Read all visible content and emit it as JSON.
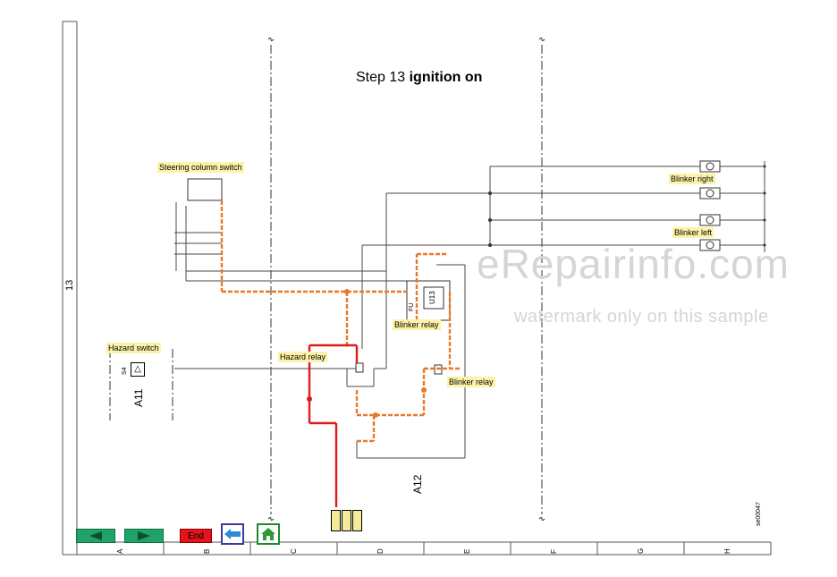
{
  "title": {
    "prefix": "Step 13",
    "bold": "ignition on"
  },
  "page_number": "13",
  "labels": {
    "steering_column_switch": "Steering column switch",
    "hazard_switch": "Hazard switch",
    "hazard_relay": "Hazard relay",
    "blinker_relay_top": "Blinker relay",
    "blinker_relay_right": "Blinker relay",
    "blinker_right": "Blinker right",
    "blinker_left": "Blinker left"
  },
  "designators": {
    "a11": "A11",
    "a12": "A12",
    "s4": "S4",
    "u13": "U13",
    "fu": "FU",
    "ref_code": "se00047"
  },
  "watermark": {
    "main": "eRepairinfo.com",
    "sub": "watermark only on this sample"
  },
  "grid_columns": [
    "A",
    "B",
    "C",
    "D",
    "E",
    "F",
    "G",
    "H"
  ],
  "nav": {
    "end_label": "End",
    "prev_icon": "arrow-left-icon",
    "next_icon": "arrow-right-icon",
    "back_icon": "back-arrow-icon",
    "home_icon": "home-icon"
  },
  "colors": {
    "live_wire": "#e01b1b",
    "active_wire": "#e87a2a",
    "wire": "#4a4a4a",
    "nav_green": "#1fa36a",
    "end_red": "#e3141a",
    "label_bg": "#fbf3a9"
  }
}
